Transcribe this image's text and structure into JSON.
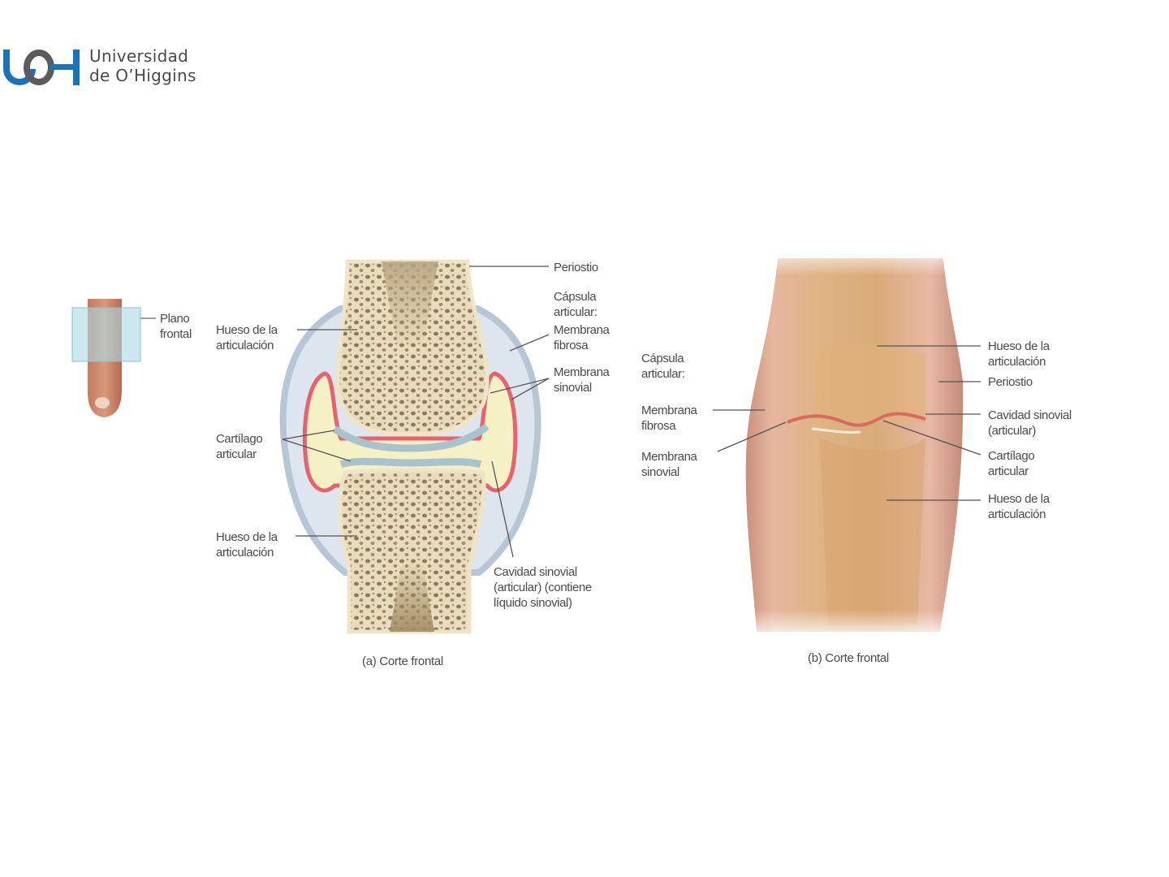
{
  "logo": {
    "mark": "UOH",
    "line1": "Universidad",
    "line2": "de O’Higgins",
    "colors": {
      "blue": "#1a73b8",
      "gray": "#5b5b5d"
    }
  },
  "finger_inset": {
    "label_line1": "Plano",
    "label_line2": "frontal"
  },
  "panel_a": {
    "caption": "(a) Corte frontal",
    "labels": {
      "periostio": "Periostio",
      "capsula_l1": "Cápsula",
      "capsula_l2": "articular:",
      "membrana_fibrosa_l1": "Membrana",
      "membrana_fibrosa_l2": "fibrosa",
      "membrana_sinovial_l1": "Membrana",
      "membrana_sinovial_l2": "sinovial",
      "hueso_top_l1": "Hueso de la",
      "hueso_top_l2": "articulación",
      "cartilago_l1": "Cartílago",
      "cartilago_l2": "articular",
      "hueso_bottom_l1": "Hueso de la",
      "hueso_bottom_l2": "articulación",
      "cavidad_l1": "Cavidad sinovial",
      "cavidad_l2": "(articular) (contiene",
      "cavidad_l3": "líquido sinovial)"
    }
  },
  "panel_b": {
    "caption": "(b) Corte frontal",
    "labels": {
      "capsula_l1": "Cápsula",
      "capsula_l2": "articular:",
      "membrana_fibrosa_l1": "Membrana",
      "membrana_fibrosa_l2": "fibrosa",
      "membrana_sinovial_l1": "Membrana",
      "membrana_sinovial_l2": "sinovial",
      "hueso_top_l1": "Hueso de la",
      "hueso_top_l2": "articulación",
      "periostio": "Periostio",
      "cavidad_l1": "Cavidad sinovial",
      "cavidad_l2": "(articular)",
      "cartilago_l1": "Cartílago",
      "cartilago_l2": "articular",
      "hueso_bottom_l1": "Hueso de la",
      "hueso_bottom_l2": "articulación"
    }
  }
}
